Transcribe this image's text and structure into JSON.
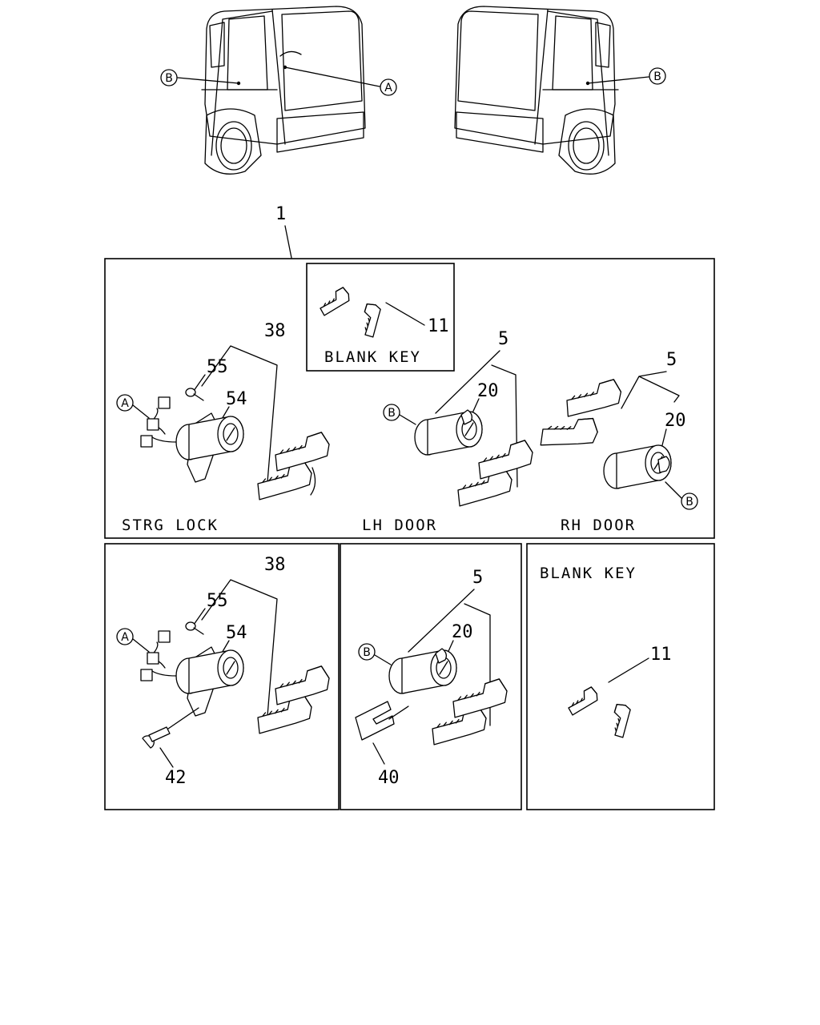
{
  "callouts": {
    "n1": "1",
    "n5a": "5",
    "n5b": "5",
    "n5c": "5",
    "n11a": "11",
    "n11b": "11",
    "n20a": "20",
    "n20b": "20",
    "n20c": "20",
    "n38a": "38",
    "n38b": "38",
    "n40": "40",
    "n42": "42",
    "n54a": "54",
    "n54b": "54",
    "n55a": "55",
    "n55b": "55"
  },
  "refs": {
    "A": "A",
    "B": "B"
  },
  "captions": {
    "blank_key": "BLANK KEY",
    "strg_lock": "STRG LOCK",
    "lh_door": "LH DOOR",
    "rh_door": "RH DOOR"
  }
}
